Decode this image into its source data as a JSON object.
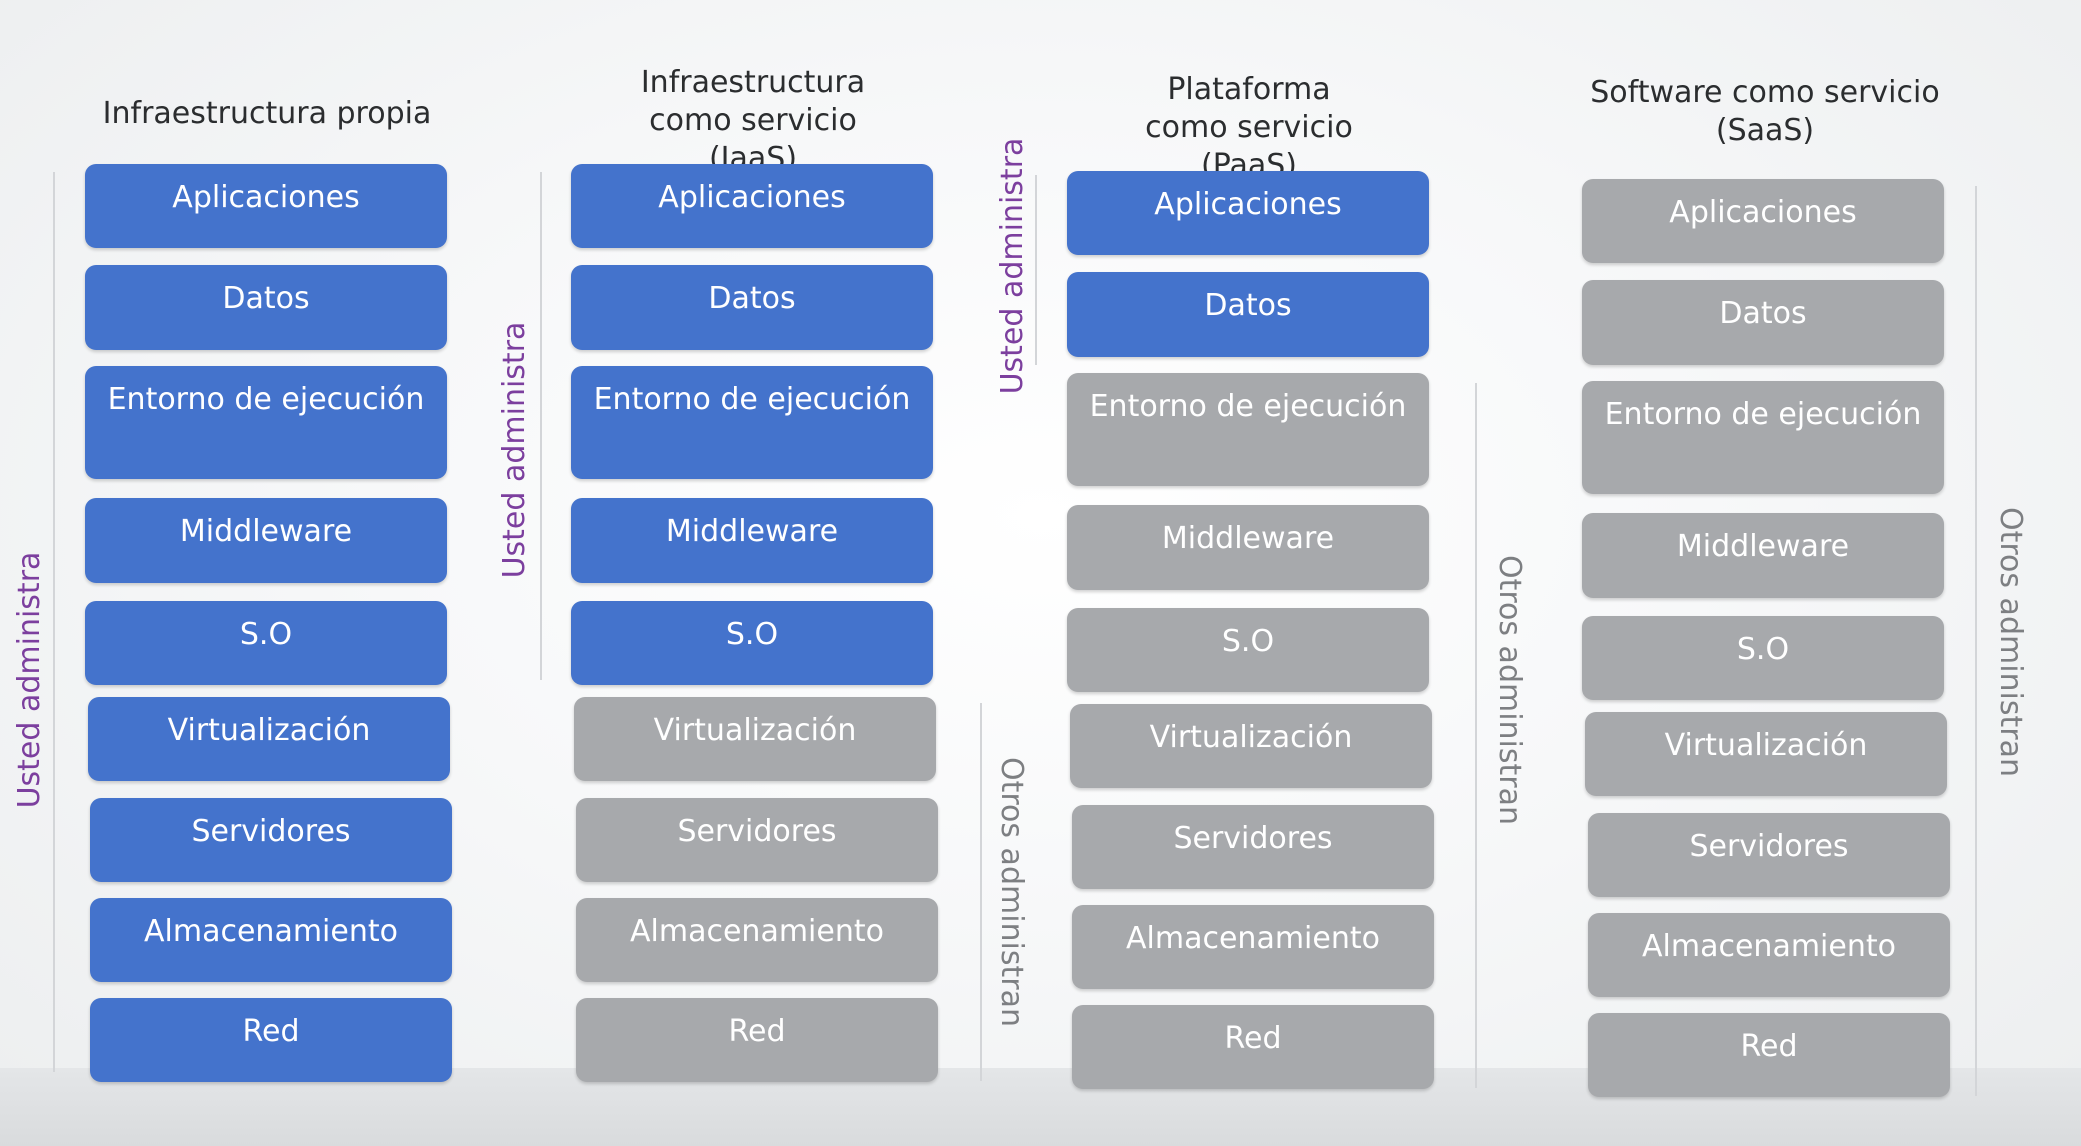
{
  "layers": [
    "Aplicaciones",
    "Datos",
    "Entorno de ejecución",
    "Middleware",
    "S.O",
    "Virtualización",
    "Servidores",
    "Almacenamiento",
    "Red"
  ],
  "colors": {
    "you_manage": "#4473cc",
    "others_manage": "#a7a9ac",
    "you_label": "#7c3f9e",
    "others_label": "#7d7f82"
  },
  "labels": {
    "you": "Usted administra",
    "others": "Otros administran"
  },
  "columns": [
    {
      "title": "Infraestructura propia",
      "you_count": 9
    },
    {
      "title": "Infraestructura como servicio (IaaS)",
      "you_count": 5
    },
    {
      "title": "Plataforma como servicio (PaaS)",
      "you_count": 2
    },
    {
      "title": "Software como servicio (SaaS)",
      "you_count": 0
    }
  ]
}
